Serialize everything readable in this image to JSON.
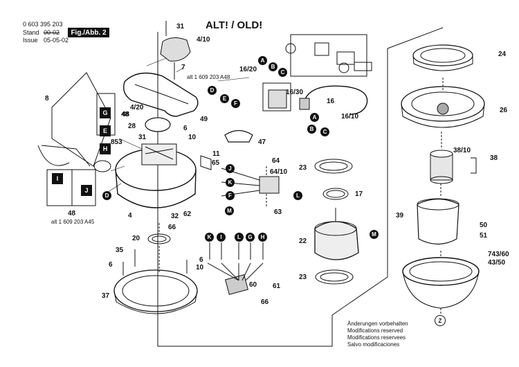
{
  "header": {
    "doc_number": "0 603 395 203",
    "stand_label": "Stand",
    "stand_value": "00-02",
    "issue_label": "Issue",
    "issue_value": "05-05-02",
    "figure_label": "Fig./Abb. 2",
    "version_title": "ALT! / OLD!"
  },
  "part_numbers": [
    "31",
    "4/10",
    "7",
    "16/20",
    "4/20",
    "8",
    "48",
    "28",
    "6",
    "10",
    "853",
    "31",
    "47",
    "11",
    "65",
    "64",
    "64/10",
    "49",
    "16/30",
    "16",
    "16/10",
    "23",
    "17",
    "24",
    "26",
    "38/10",
    "38",
    "39",
    "50",
    "51",
    "22",
    "23",
    "743/60",
    "43/50",
    "4",
    "32",
    "62",
    "66",
    "63",
    "20",
    "35",
    "6",
    "37",
    "6",
    "10",
    "60",
    "61",
    "66",
    "48"
  ],
  "callouts": [
    "A",
    "B",
    "C",
    "D",
    "E",
    "F",
    "G",
    "E",
    "H",
    "D",
    "J",
    "K",
    "F",
    "M",
    "L",
    "M",
    "A",
    "B",
    "C",
    "K",
    "I",
    "L",
    "G",
    "H"
  ],
  "square_callouts": [
    "G",
    "E",
    "H",
    "I",
    "J"
  ],
  "annotations": {
    "alt_a48": "alt 1 609 203 A48",
    "alt_a45": "alt 1 609 203 A45",
    "z_mark": "Z"
  },
  "notes": [
    "Änderungen vorbehalten",
    "Modifications reserved",
    "Modifications reservees",
    "Salvo modificaciones"
  ]
}
